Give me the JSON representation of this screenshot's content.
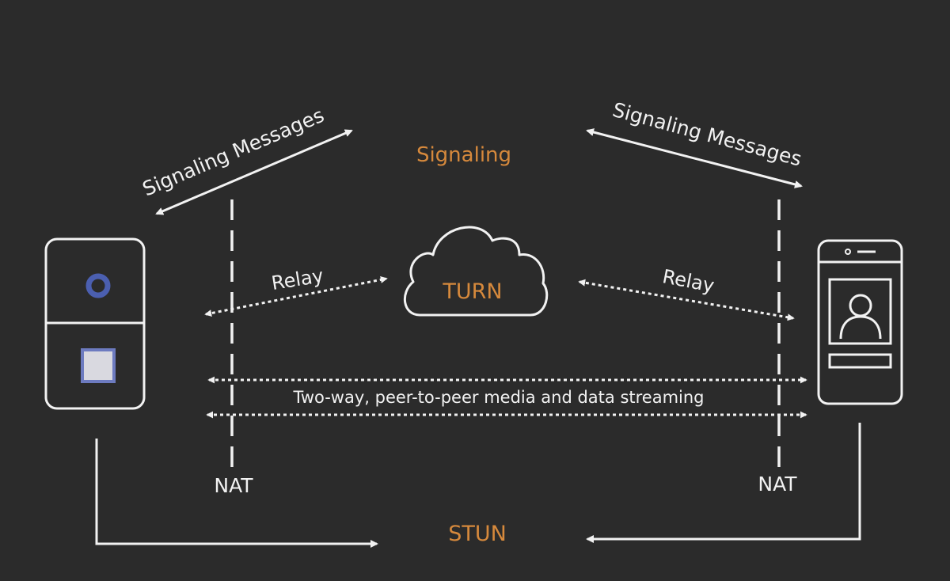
{
  "labels": {
    "signaling": "Signaling",
    "turn": "TURN",
    "stun": "STUN",
    "signaling_messages_left": "Signaling Messages",
    "signaling_messages_right": "Signaling Messages",
    "relay_left": "Relay",
    "relay_right": "Relay",
    "peer_to_peer": "Two-way, peer-to-peer media and data streaming",
    "nat_left": "NAT",
    "nat_right": "NAT"
  },
  "colors": {
    "background": "#2b2b2b",
    "line": "#f2f2f2",
    "accent_orange": "#d6893c",
    "device_icon_blue": "#4b5fb0",
    "device_button_fill": "#d9d9e0"
  },
  "icons": {
    "left_device": "camera-device-icon",
    "right_device": "mobile-phone-icon",
    "cloud": "cloud-icon",
    "user": "user-avatar-icon"
  }
}
